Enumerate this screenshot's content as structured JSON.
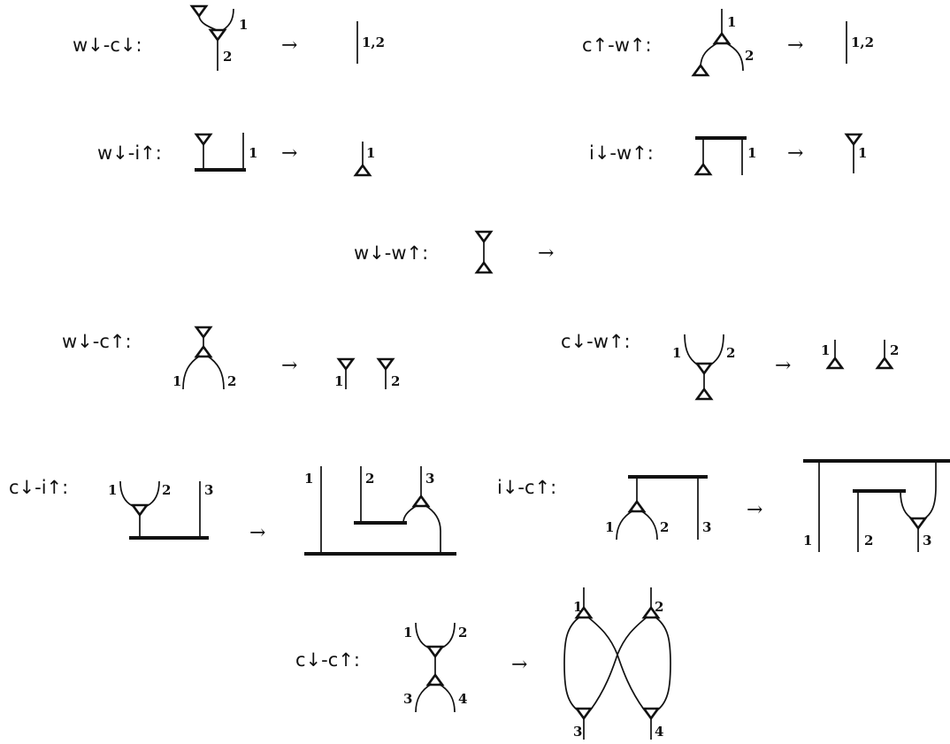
{
  "colors": {
    "ink": "#111111",
    "background": "#ffffff"
  },
  "arrow": "→",
  "rules": [
    {
      "id": "wd-cd",
      "label": "w↓-c↓:",
      "lhs_labels": [
        "1",
        "2"
      ],
      "rhs_labels": [
        "1,2"
      ]
    },
    {
      "id": "cu-wu",
      "label": "c↑-w↑:",
      "lhs_labels": [
        "1",
        "2"
      ],
      "rhs_labels": [
        "1,2"
      ]
    },
    {
      "id": "wd-iu",
      "label": "w↓-i↑:",
      "lhs_labels": [
        "1"
      ],
      "rhs_labels": [
        "1"
      ]
    },
    {
      "id": "id-wu",
      "label": "i↓-w↑:",
      "lhs_labels": [
        "1"
      ],
      "rhs_labels": [
        "1"
      ]
    },
    {
      "id": "wd-wu",
      "label": "w↓-w↑:",
      "lhs_labels": [],
      "rhs_labels": []
    },
    {
      "id": "wd-cu",
      "label": "w↓-c↑:",
      "lhs_labels": [
        "1",
        "2"
      ],
      "rhs_labels": [
        "1",
        "2"
      ]
    },
    {
      "id": "cd-wu",
      "label": "c↓-w↑:",
      "lhs_labels": [
        "1",
        "2"
      ],
      "rhs_labels": [
        "1",
        "2"
      ]
    },
    {
      "id": "cd-iu",
      "label": "c↓-i↑:",
      "lhs_labels": [
        "1",
        "2",
        "3"
      ],
      "rhs_labels": [
        "1",
        "2",
        "3"
      ]
    },
    {
      "id": "id-cu",
      "label": "i↓-c↑:",
      "lhs_labels": [
        "1",
        "2",
        "3"
      ],
      "rhs_labels": [
        "1",
        "2",
        "3"
      ]
    },
    {
      "id": "cd-cu",
      "label": "c↓-c↑:",
      "lhs_labels": [
        "1",
        "2",
        "3",
        "4"
      ],
      "rhs_labels": [
        "1",
        "2",
        "3",
        "4"
      ]
    }
  ]
}
